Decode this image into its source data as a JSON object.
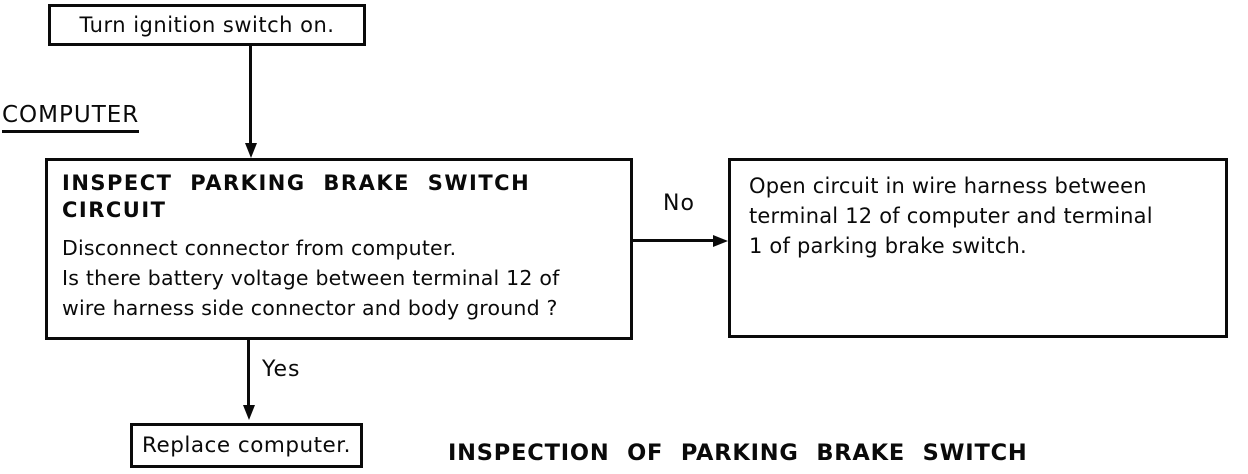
{
  "caption": "INSPECTION  OF  PARKING  BRAKE  SWITCH",
  "section_label": "COMPUTER",
  "nodes": {
    "start": {
      "text": "Turn ignition switch on."
    },
    "inspect": {
      "title_lines": [
        "INSPECT PARKING BRAKE SWITCH",
        "CIRCUIT"
      ],
      "body_lines": [
        "Disconnect connector from computer.",
        "Is there battery voltage between terminal 12 of",
        "wire harness side connector and body ground ?"
      ]
    },
    "no_result": {
      "lines": [
        "Open circuit in wire harness between",
        "terminal 12 of computer and terminal",
        "1 of parking brake switch."
      ]
    },
    "yes_result": {
      "text": "Replace computer."
    }
  },
  "edges": {
    "no_label": "No",
    "yes_label": "Yes"
  },
  "colors": {
    "ink": "#0a0a0a",
    "background": "#ffffff"
  }
}
